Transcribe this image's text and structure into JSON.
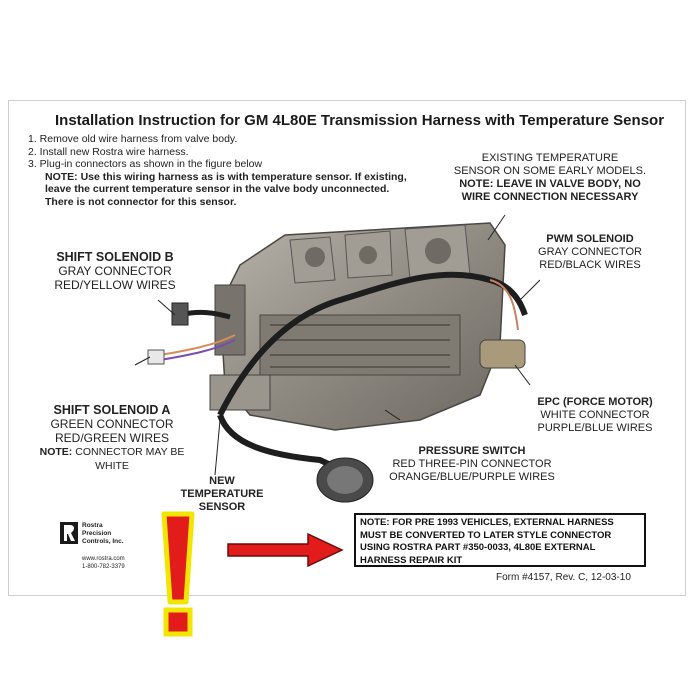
{
  "title": "Installation Instruction for GM 4L80E Transmission Harness with Temperature Sensor",
  "steps": [
    "1.  Remove old wire harness from valve body.",
    "2.  Install new Rostra wire harness.",
    "3.  Plug-in connectors as shown in the figure below"
  ],
  "note_lines": [
    "NOTE: Use this wiring harness as is with temperature sensor. If existing,",
    "leave the current temperature sensor in the valve body unconnected.",
    "There is not connector for this sensor."
  ],
  "callouts": {
    "existing_temp": {
      "lines": [
        "EXISTING TEMPERATURE",
        "SENSOR ON SOME EARLY MODELS."
      ],
      "bold_lines": [
        "NOTE: LEAVE IN VALVE BODY, NO",
        "WIRE CONNECTION NECESSARY"
      ]
    },
    "pwm": {
      "head": "PWM SOLENOID",
      "lines": [
        "GRAY CONNECTOR",
        "RED/BLACK WIRES"
      ]
    },
    "shift_b": {
      "head": "SHIFT SOLENOID B",
      "lines": [
        "GRAY CONNECTOR",
        "RED/YELLOW WIRES"
      ]
    },
    "shift_a": {
      "head": "SHIFT SOLENOID A",
      "lines": [
        "GREEN CONNECTOR",
        "RED/GREEN WIRES"
      ],
      "note_bold": "NOTE:",
      "note_rest": " CONNECTOR MAY BE",
      "note_line2": "WHITE"
    },
    "epc": {
      "head": "EPC (FORCE MOTOR)",
      "lines": [
        "WHITE CONNECTOR",
        "PURPLE/BLUE WIRES"
      ]
    },
    "pressure": {
      "head": "PRESSURE SWITCH",
      "lines": [
        "RED THREE-PIN CONNECTOR",
        "ORANGE/BLUE/PURPLE WIRES"
      ]
    },
    "new_temp": {
      "lines": [
        "NEW",
        "TEMPERATURE",
        "SENSOR"
      ]
    }
  },
  "logo": {
    "lines": [
      "Rostra",
      "Precision",
      "Controls, Inc."
    ],
    "website": "www.rostra.com",
    "phone": "1-800-782-3379"
  },
  "notice": "NOTE: FOR PRE 1993 VEHICLES, EXTERNAL HARNESS MUST BE CONVERTED TO LATER STYLE CONNECTOR USING ROSTRA PART #350-0033, 4L80E EXTERNAL HARNESS REPAIR KIT",
  "form_number": "Form #4157, Rev. C, 12-03-10",
  "colors": {
    "exclaim": "#e21b1b",
    "exclaim_outline": "#f2e600",
    "arrow": "#e21b1b",
    "valve_body": "#8f8a82"
  },
  "icons": [
    "exclamation-icon",
    "right-arrow-icon",
    "rostra-logo-icon"
  ]
}
